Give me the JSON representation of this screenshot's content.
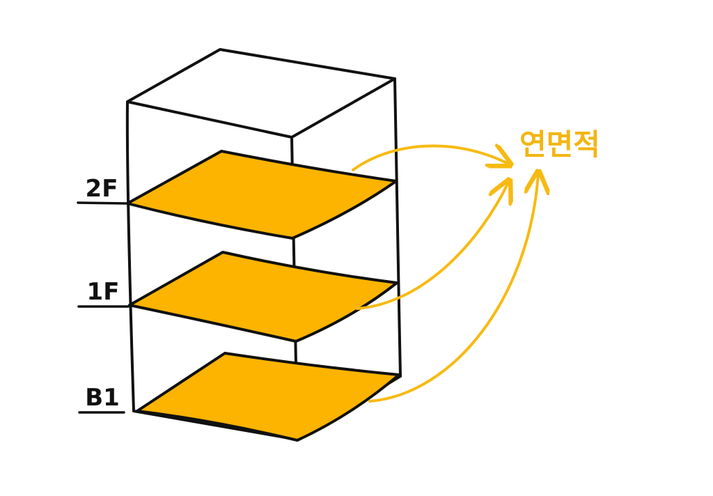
{
  "diagram": {
    "floor_labels": {
      "floor_2": "2F",
      "floor_1": "1F",
      "basement_1": "B1"
    },
    "callout": {
      "text": "연면적"
    },
    "colors": {
      "floor_fill": "#FDB400",
      "arrow": "#F7BA12",
      "outline": "#111111",
      "callout_text": "#F3B512"
    }
  }
}
